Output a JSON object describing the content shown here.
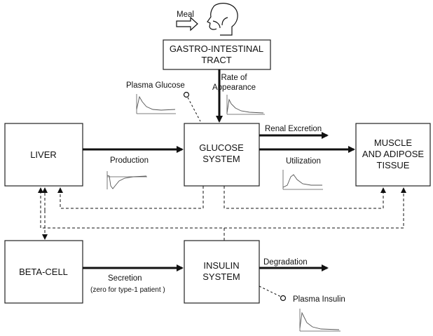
{
  "meal": {
    "label": "Meal"
  },
  "gi_tract": {
    "line1": "GASTRO-INTESTINAL",
    "line2": "TRACT"
  },
  "rate_of_appearance": {
    "line1": "Rate of",
    "line2": "Appearance"
  },
  "plasma_glucose": {
    "label": "Plasma Glucose"
  },
  "liver": {
    "label": "LIVER"
  },
  "glucose_system": {
    "line1": "GLUCOSE",
    "line2": "SYSTEM"
  },
  "muscle": {
    "line1": "MUSCLE",
    "line2": "AND ADIPOSE",
    "line3": "TISSUE"
  },
  "production": {
    "label": "Production"
  },
  "renal_excretion": {
    "label": "Renal Excretion"
  },
  "utilization": {
    "label": "Utilization"
  },
  "beta_cell": {
    "label": "BETA-CELL"
  },
  "insulin_system": {
    "line1": "INSULIN",
    "line2": "SYSTEM"
  },
  "secretion": {
    "label": "Secretion",
    "note": "(zero for type-1 patient )"
  },
  "degradation": {
    "label": "Degradation"
  },
  "plasma_insulin": {
    "label": "Plasma Insulin"
  },
  "colors": {
    "line": "#111111",
    "box_stroke": "#222222",
    "plot": "#555555"
  }
}
